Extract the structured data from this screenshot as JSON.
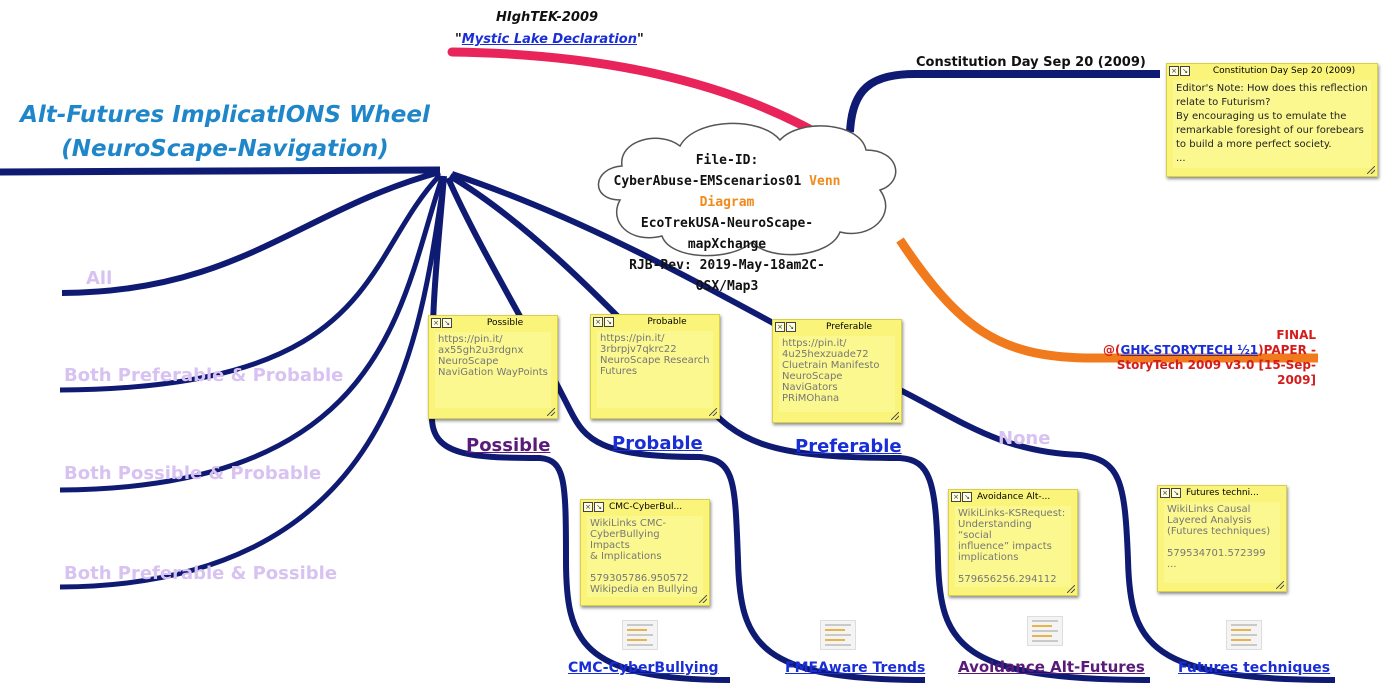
{
  "root": {
    "title_line1": "Alt-Futures ImplicatIONS Wheel",
    "title_line2": "(NeuroScape-Navigation)"
  },
  "top_link": {
    "title": "HIghTEK-2009",
    "quote_open": "\"",
    "link_text": "Mystic Lake Declaration",
    "quote_close": "\""
  },
  "constitution_label": "Constitution Day Sep 20 (2009)",
  "constitution_note": {
    "title": "Constitution Day Sep 20 (2009)",
    "body": "Editor's Note: How does this reflection relate to Futurism?\nBy encouraging us to emulate the remarkable foresight of our forebears to build a more perfect society.\n..."
  },
  "cloud": {
    "line1": "File-ID:",
    "line2_a": "CyberAbuse-EMScenarios01",
    "line2_b": "Venn Diagram",
    "line3": "EcoTrekUSA-NeuroScape-mapXchange",
    "line4": "RJB-Rev: 2019-May-18am2C-OSX/Map3"
  },
  "final_paper": {
    "prefix": "FINAL @(",
    "link": "GHK-STORYTECH ½1",
    "suffix": ")PAPER -",
    "line2": "StoryTech 2009 v3.0 [15-Sep-2009]"
  },
  "left_branches": [
    {
      "label": "All"
    },
    {
      "label": "Both Preferable & Probable"
    },
    {
      "label": "Both Possible & Probable"
    },
    {
      "label": "Both Preferable & Possible"
    }
  ],
  "notes": [
    {
      "title": "Possible",
      "body": "https://pin.it/\nax55gh2u3rdgnx\nNeuroScape\nNaviGation WayPoints"
    },
    {
      "title": "Probable",
      "body": "https://pin.it/\n3rbrpjv7qkrc22\nNeuroScape Research\nFutures"
    },
    {
      "title": "Preferable",
      "body": "https://pin.it/\n4u25hexzuade72\nCluetrain Manifesto\nNeuroScape\nNaviGators\nPRiMOhana"
    }
  ],
  "branch_links": {
    "possible": "Possible",
    "probable": "Probable",
    "preferable": "Preferable",
    "none": "None"
  },
  "bottom_notes": [
    {
      "title": "CMC-CyberBul...",
      "body": "WikiLinks CMC-\nCyberBullying Impacts\n& Implications\n\n579305786.950572\nWikipedia en Bullying\n..."
    },
    {
      "title": "Avoidance Alt-...",
      "body": "WikiLinks-KSRequest:\nUnderstanding “social\ninfluence” impacts\nimplications\n\n579656256.294112\n..."
    },
    {
      "title": "Futures techni...",
      "body": "WikiLinks Causal\nLayered Analysis\n(Futures techniques)\n\n579534701.572399\n..."
    }
  ],
  "bottom_links": {
    "cmc": "CMC-CyberBullying",
    "fmea": "FMEAware Trends",
    "avoidance": "Avoidance Alt-Futures",
    "futures": "Futures techniques"
  },
  "colors": {
    "branch": "#0f1a72",
    "red_branch": "#e8245a",
    "orange_branch": "#f07a1c",
    "title_blue": "#1f86c9",
    "label_lavender": "#d8c2f2",
    "note_yellow": "#faf57a"
  }
}
